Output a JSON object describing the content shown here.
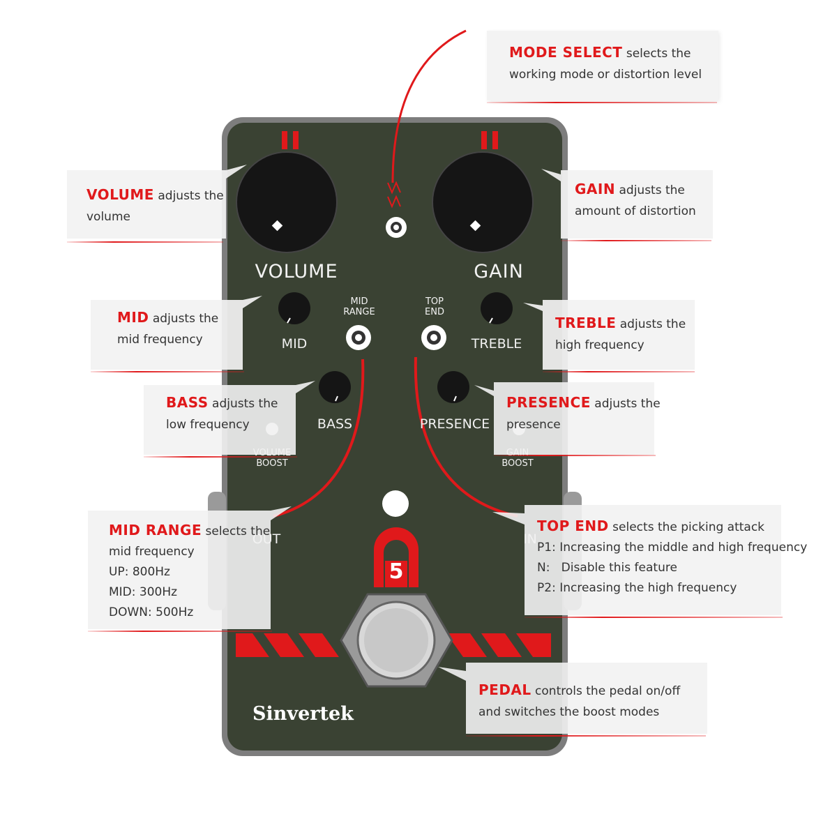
{
  "pedal": {
    "brand": "Sinvertek",
    "model_number": "5",
    "labels": {
      "volume": "VOLUME",
      "gain": "GAIN",
      "mid": "MID",
      "treble": "TREBLE",
      "bass": "BASS",
      "presence": "PRESENCE",
      "mid_range": "MID\nRANGE",
      "top_end": "TOP\nEND",
      "volume_boost": "VOLUME\nBOOST",
      "gain_boost": "GAIN\nBOOST",
      "out": "OUT",
      "in": "IN"
    }
  },
  "callouts": {
    "mode_select": {
      "keyword": "MODE SELECT",
      "line1": " selects the",
      "line2": "working mode or distortion level"
    },
    "volume": {
      "keyword": "VOLUME",
      "line1": " adjusts the",
      "line2": "volume"
    },
    "gain": {
      "keyword": "GAIN",
      "line1": " adjusts the",
      "line2": "amount of distortion"
    },
    "mid": {
      "keyword": "MID",
      "line1": " adjusts the",
      "line2": "mid frequency"
    },
    "treble": {
      "keyword": "TREBLE",
      "line1": " adjusts the",
      "line2": "high frequency"
    },
    "bass": {
      "keyword": "BASS",
      "line1": " adjusts the",
      "line2": "low frequency"
    },
    "presence": {
      "keyword": "PRESENCE",
      "line1": " adjusts the",
      "line2": "presence"
    },
    "mid_range": {
      "keyword": "MID RANGE",
      "line1": " selects the",
      "lines": [
        "mid frequency",
        "UP: 800Hz",
        "MID: 300Hz",
        "DOWN: 500Hz"
      ]
    },
    "top_end": {
      "keyword": "TOP END",
      "line1": " selects the picking attack",
      "lines": [
        "P1: Increasing the middle and high frequency",
        "N:   Disable this feature",
        "P2: Increasing the high frequency"
      ]
    },
    "pedal": {
      "keyword": "PEDAL",
      "line1": " controls the pedal on/off",
      "line2": "and switches the boost modes"
    }
  },
  "colors": {
    "body": "#3a4233",
    "border": "#7d7d7d",
    "accent": "#e0191b",
    "callout_bg": "#f2f2f2"
  }
}
